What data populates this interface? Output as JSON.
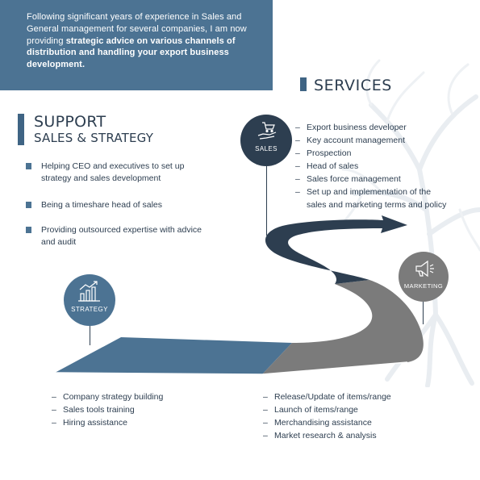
{
  "intro": {
    "plain": "Following significant years of experience in Sales and General management for several companies, I am now providing",
    "bold": "strategic advice on various channels of distribution and handling your export business development."
  },
  "services": {
    "title": "SERVICES",
    "items": [
      "Export business developer",
      "Key account management",
      "Prospection",
      "Head of sales",
      "Sales force management",
      "Set up and implementation of the sales and marketing terms and policy"
    ]
  },
  "support": {
    "title": "SUPPORT",
    "subtitle": "SALES & STRATEGY",
    "items": [
      "Helping CEO and executives to set up strategy and sales development",
      "Being a timeshare head of sales",
      "Providing outsourced expertise with advice and audit"
    ]
  },
  "circles": {
    "sales": "SALES",
    "marketing": "MARKETING",
    "strategy": "STRATEGY"
  },
  "strategy_items": [
    "Company strategy building",
    "Sales tools training",
    "Hiring assistance"
  ],
  "marketing_items": [
    "Release/Update of items/range",
    "Launch of items/range",
    "Merchandising assistance",
    "Market research & analysis"
  ],
  "colors": {
    "dark_navy": "#2d3e50",
    "steel_blue": "#4c7393",
    "grey": "#7b7b7b",
    "tree": "#eef1f4"
  }
}
